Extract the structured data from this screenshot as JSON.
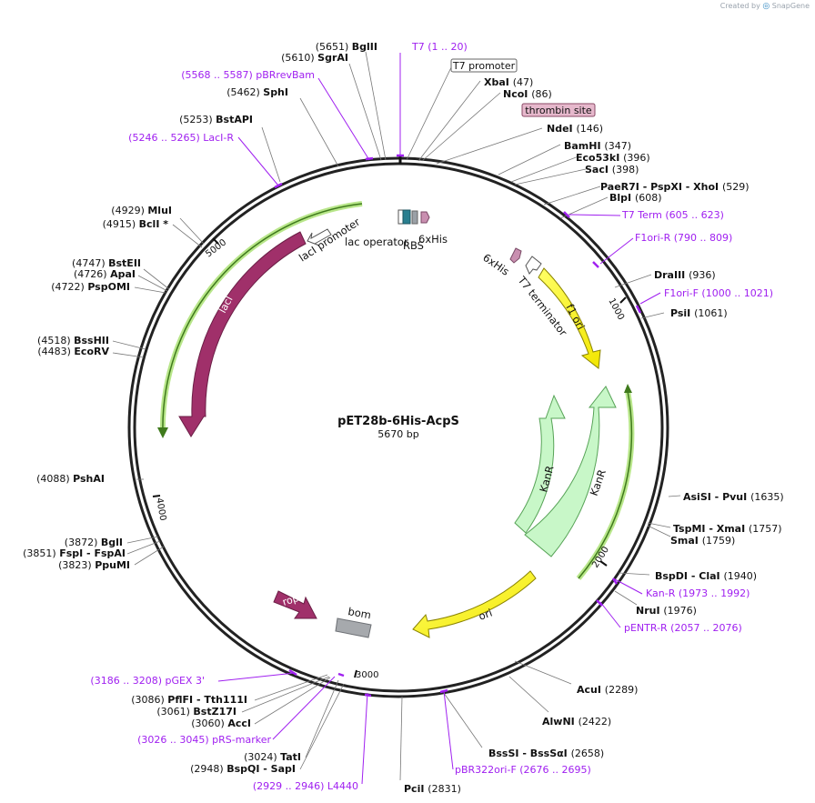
{
  "brand": {
    "created_by": "Created by",
    "product": "SnapGene"
  },
  "plasmid": {
    "name": "pET28b-6His-AcpS",
    "size_label": "5670 bp",
    "length": 5670
  },
  "ticks": [
    {
      "pos": 1000,
      "label": "1000"
    },
    {
      "pos": 2000,
      "label": "2000"
    },
    {
      "pos": 3000,
      "label": "3000"
    },
    {
      "pos": 4000,
      "label": "4000"
    },
    {
      "pos": 5000,
      "label": "5000"
    }
  ],
  "sites": [
    {
      "name": "BglII",
      "pos": "(5651)"
    },
    {
      "name": "SgrAI",
      "pos": "(5610)"
    },
    {
      "name": "SphI",
      "pos": "(5462)"
    },
    {
      "name": "BstAPI",
      "pos": "(5253)"
    },
    {
      "name": "MluI",
      "pos": "(4929)"
    },
    {
      "name": "BclI *",
      "pos": "(4915)"
    },
    {
      "name": "BstEII",
      "pos": "(4747)"
    },
    {
      "name": "ApaI",
      "pos": "(4726)"
    },
    {
      "name": "PspOMI",
      "pos": "(4722)"
    },
    {
      "name": "BssHII",
      "pos": "(4518)"
    },
    {
      "name": "EcoRV",
      "pos": "(4483)"
    },
    {
      "name": "PshAI",
      "pos": "(4088)"
    },
    {
      "name": "BglI",
      "pos": "(3872)"
    },
    {
      "name": "FspI - FspAI",
      "pos": "(3851)"
    },
    {
      "name": "PpuMI",
      "pos": "(3823)"
    },
    {
      "name": "PflFI - Tth111I",
      "pos": "(3086)"
    },
    {
      "name": "BstZ17I",
      "pos": "(3061)"
    },
    {
      "name": "AccI",
      "pos": "(3060)"
    },
    {
      "name": "TatI",
      "pos": "(3024)"
    },
    {
      "name": "BspQI - SapI",
      "pos": "(2948)"
    },
    {
      "name": "PciI",
      "pos": "(2831)"
    },
    {
      "name": "BssSI - BssSαI",
      "pos": "(2658)"
    },
    {
      "name": "AlwNI",
      "pos": "(2422)"
    },
    {
      "name": "AcuI",
      "pos": "(2289)"
    },
    {
      "name": "NruI",
      "pos": "(1976)"
    },
    {
      "name": "BspDI - ClaI",
      "pos": "(1940)"
    },
    {
      "name": "SmaI",
      "pos": "(1759)"
    },
    {
      "name": "TspMI - XmaI",
      "pos": "(1757)"
    },
    {
      "name": "AsiSI - PvuI",
      "pos": "(1635)"
    },
    {
      "name": "PsiI",
      "pos": "(1061)"
    },
    {
      "name": "DraIII",
      "pos": "(936)"
    },
    {
      "name": "BlpI",
      "pos": "(608)"
    },
    {
      "name": "PaeR7I - PspXI - XhoI",
      "pos": "(529)"
    },
    {
      "name": "SacI",
      "pos": "(398)"
    },
    {
      "name": "Eco53kI",
      "pos": "(396)"
    },
    {
      "name": "BamHI",
      "pos": "(347)"
    },
    {
      "name": "NdeI",
      "pos": "(146)"
    },
    {
      "name": "NcoI",
      "pos": "(86)"
    },
    {
      "name": "XbaI",
      "pos": "(47)"
    }
  ],
  "primers": [
    {
      "name": "T7",
      "range": "(1 .. 20)"
    },
    {
      "name": "pBRrevBam",
      "range": "(5568 .. 5587)"
    },
    {
      "name": "LacI-R",
      "range": "(5246 .. 5265)"
    },
    {
      "name": "T7 Term",
      "range": "(605 .. 623)"
    },
    {
      "name": "F1ori-R",
      "range": "(790 .. 809)"
    },
    {
      "name": "F1ori-F",
      "range": "(1000 .. 1021)"
    },
    {
      "name": "Kan-R",
      "range": "(1973 .. 1992)"
    },
    {
      "name": "pENTR-R",
      "range": "(2057 .. 2076)"
    },
    {
      "name": "pBR322ori-F",
      "range": "(2676 .. 2695)"
    },
    {
      "name": "L4440",
      "range": "(2929 .. 2946)"
    },
    {
      "name": "pRS-marker",
      "range": "(3026 .. 3045)"
    },
    {
      "name": "pGEX 3'",
      "range": "(3186 .. 3208)"
    }
  ],
  "boxed_features": [
    {
      "name": "T7 promoter"
    },
    {
      "name": "thrombin site"
    }
  ],
  "features": [
    {
      "name": "lacI",
      "color": "#a0306a"
    },
    {
      "name": "lacI promoter",
      "color": "#ffffff"
    },
    {
      "name": "lac operator",
      "color": "#2a7f8f"
    },
    {
      "name": "RBS",
      "color": "#9aa0a6"
    },
    {
      "name": "6xHis",
      "color": "#c98fb0"
    },
    {
      "name": "6xHis",
      "color": "#c98fb0"
    },
    {
      "name": "T7 terminator",
      "color": "#ffffff"
    },
    {
      "name": "f1 ori",
      "color": "#ffff00"
    },
    {
      "name": "KanR",
      "color": "#c8f7c8"
    },
    {
      "name": "KanR",
      "color": "#c8f7c8"
    },
    {
      "name": "ori",
      "color": "#ffff00"
    },
    {
      "name": "rop",
      "color": "#a0306a"
    },
    {
      "name": "bom",
      "color": "#a6a9ad"
    }
  ],
  "colors": {
    "site_text": "#111111",
    "primer_text": "#a020f0",
    "backbone": "#222222",
    "orf_highlight": "#b8e68a"
  }
}
